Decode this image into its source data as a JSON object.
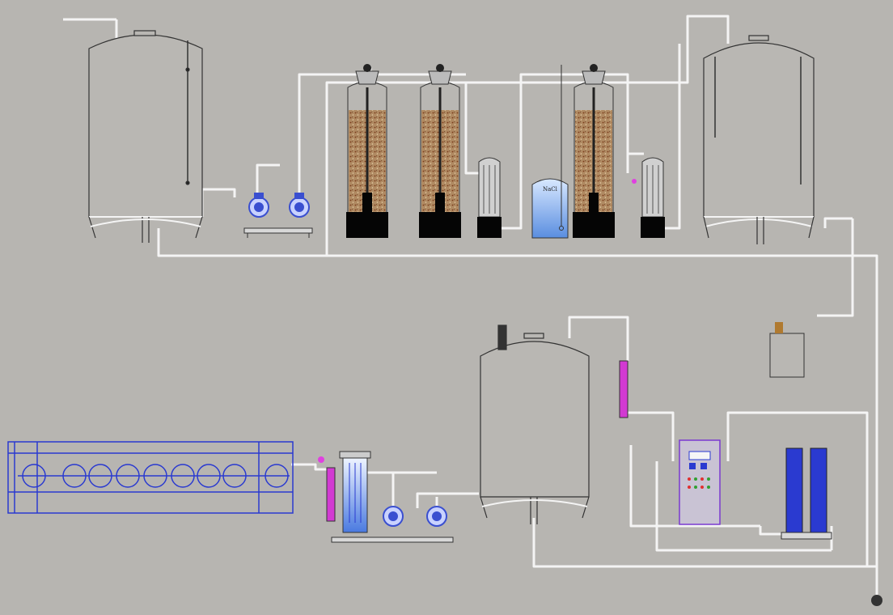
{
  "diagram": {
    "type": "water-treatment-process-flow",
    "colors": {
      "background": "#b7b5b1",
      "tank_fill": "#b9b7b3",
      "line": "#f2f2f2",
      "outline": "#333333",
      "pump_blue": "#3a4fd0",
      "media": "#b08a62",
      "media_dots": "#7a3a1a",
      "base_black": "#050505",
      "uv_magenta": "#d23ad2",
      "membrane_blue": "#2a3ad0",
      "brine_blue": "#a9c9f2",
      "panel_purple": "#7a3ad0"
    },
    "brine_tank": {
      "label": "NaCl"
    },
    "top_row": [
      {
        "name": "raw-water-tank",
        "kind": "tank"
      },
      {
        "name": "raw-water-pump-1",
        "kind": "pump"
      },
      {
        "name": "raw-water-pump-2",
        "kind": "pump"
      },
      {
        "name": "sand-filter",
        "kind": "media-filter"
      },
      {
        "name": "carbon-filter",
        "kind": "media-filter"
      },
      {
        "name": "cartridge-filter-1",
        "kind": "cartridge"
      },
      {
        "name": "brine-tank",
        "kind": "brine"
      },
      {
        "name": "softener",
        "kind": "media-filter"
      },
      {
        "name": "cartridge-filter-2",
        "kind": "cartridge"
      },
      {
        "name": "intermediate-tank",
        "kind": "tank"
      }
    ],
    "bottom_row": [
      {
        "name": "ro-membrane-rack",
        "kind": "membrane"
      },
      {
        "name": "uv-sterilizer-1",
        "kind": "uv"
      },
      {
        "name": "ultrafiltration-housing",
        "kind": "cartridge"
      },
      {
        "name": "product-pump-1",
        "kind": "pump"
      },
      {
        "name": "product-pump-2",
        "kind": "pump"
      },
      {
        "name": "pure-water-tank",
        "kind": "tank"
      },
      {
        "name": "uv-sterilizer-2",
        "kind": "uv"
      },
      {
        "name": "dosing-tank",
        "kind": "dosing"
      },
      {
        "name": "ro-unit-control-panel",
        "kind": "panel"
      },
      {
        "name": "high-pressure-pumps",
        "kind": "pump"
      }
    ]
  }
}
